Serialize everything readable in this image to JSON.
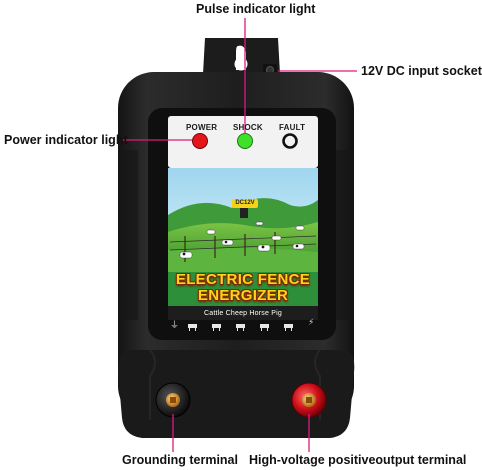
{
  "callouts": {
    "pulse_indicator": "Pulse indicator light",
    "dc_input": "12V DC input socket",
    "power_indicator": "Power indicator light",
    "grounding_terminal": "Grounding terminal",
    "hv_terminal": "High-voltage positiveoutput terminal"
  },
  "indicators": {
    "power": {
      "label": "POWER",
      "color": "#e3161b"
    },
    "shock": {
      "label": "SHOCK",
      "color": "#3ee02a"
    },
    "fault": {
      "label": "FAULT",
      "color": "#f2f2f2"
    }
  },
  "product": {
    "title_line1": "ELECTRIC FENCE",
    "title_line2": "ENERGIZER",
    "animals": "Cattle Cheep Horse Pig",
    "voltage_badge": "DC12V",
    "ground_symbol": "⏚",
    "bolt_symbol": "⚡"
  },
  "colors": {
    "callout_line": "#e0197d",
    "housing": "#222222",
    "face": "#111111",
    "grass": "#4ca23a",
    "sky": "#b9e3f4",
    "title_fill": "#ffd21f"
  }
}
